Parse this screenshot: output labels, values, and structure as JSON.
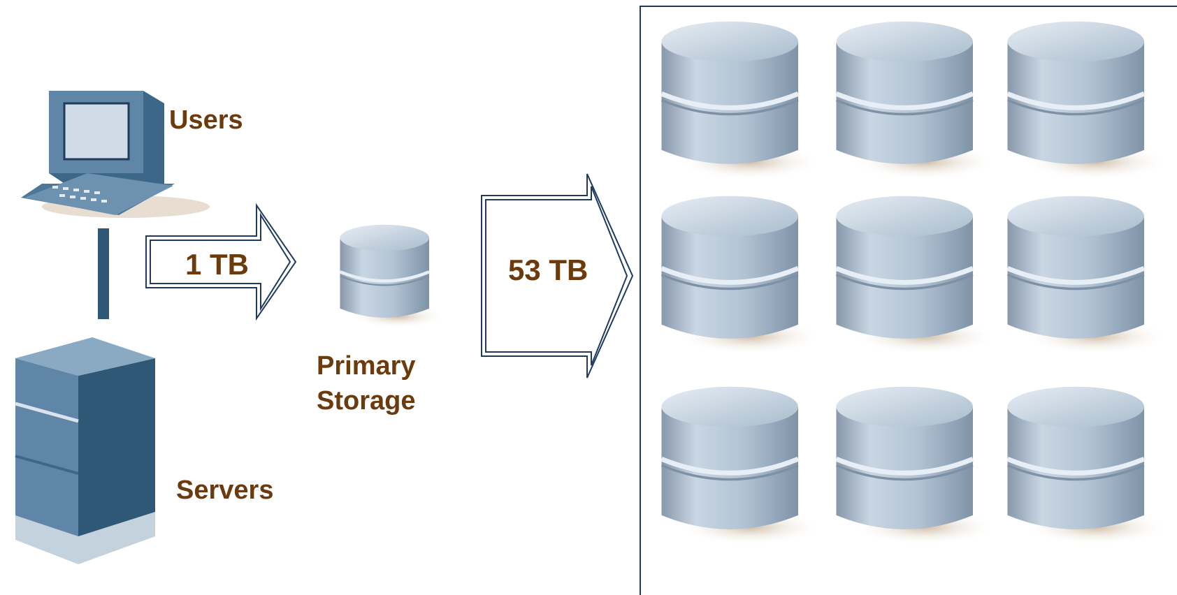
{
  "labels": {
    "users": "Users",
    "servers": "Servers",
    "primary_storage_line1": "Primary",
    "primary_storage_line2": "Storage"
  },
  "arrows": {
    "primary_amount": "1 TB",
    "backup_amount": "53 TB"
  },
  "colors": {
    "label_text": "#6b3a0d",
    "device_dark": "#2f5877",
    "device_light": "#8aa9c2",
    "disk_body": "#b9c8d6",
    "box_border": "#1f3a5c"
  },
  "icons": {
    "users": "computer-terminal-icon",
    "servers": "server-tower-icon",
    "storage": "disk-cylinder-icon"
  }
}
